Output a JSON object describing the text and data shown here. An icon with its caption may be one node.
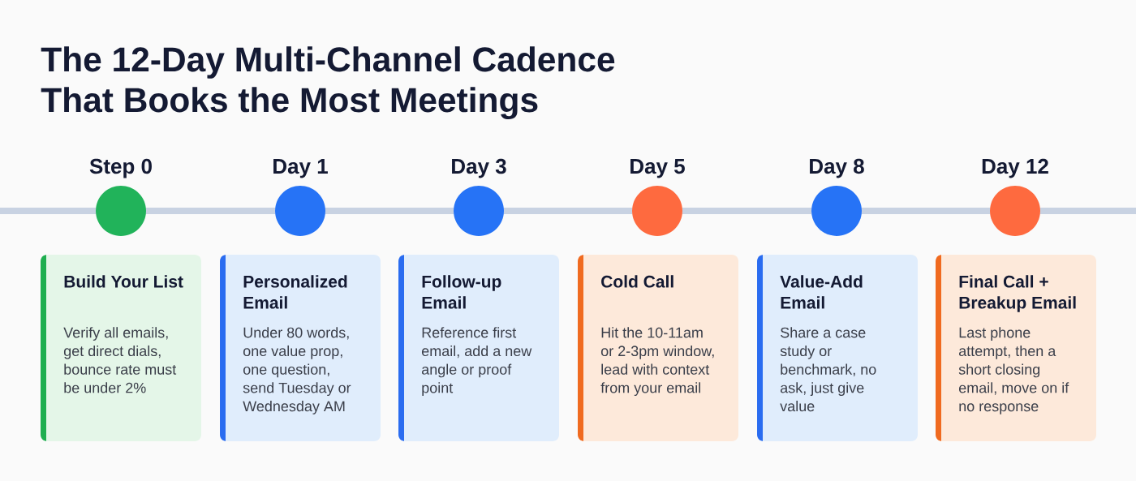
{
  "diagram": {
    "title": "The 12-Day Multi-Channel Cadence That Books the Most Meetings",
    "nodes": [
      {
        "text": [
          "Step 0"
        ]
      },
      {
        "text": [
          "Day 1"
        ]
      },
      {
        "text": [
          "Day 3"
        ]
      },
      {
        "text": [
          "Day 5"
        ]
      },
      {
        "text": [
          "Day 8"
        ]
      },
      {
        "text": [
          "Day 12"
        ]
      },
      {
        "text": [
          "Build Your List",
          "Verify all emails, get direct dials, bounce rate must be under 2%"
        ]
      },
      {
        "text": [
          "Personalized Email",
          "Under 80 words, one value prop, one question, send Tuesday or Wednesday AM"
        ]
      },
      {
        "text": [
          "Follow-up Email",
          "Reference first email, add a new angle or proof point"
        ]
      },
      {
        "text": [
          "Cold Call",
          "Hit the 10-11am or 2-3pm window, lead with context from your email"
        ]
      },
      {
        "text": [
          "Value-Add Email",
          "Share a case study or benchmark, no ask, just give value"
        ]
      },
      {
        "text": [
          "Final Call + Breakup Email",
          "Last phone attempt, then a short closing email, move on if no response"
        ]
      }
    ],
    "edges": [
      {
        "from": null,
        "to": 0,
        "arrow": "none"
      },
      {
        "from": 0,
        "to": 1,
        "arrow": "none"
      },
      {
        "from": 1,
        "to": 2,
        "arrow": "none"
      },
      {
        "from": 2,
        "to": 3,
        "arrow": "none"
      },
      {
        "from": 3,
        "to": 4,
        "arrow": "none"
      },
      {
        "from": 4,
        "to": 5,
        "arrow": "none"
      },
      {
        "from": 5,
        "to": null,
        "arrow": "none"
      }
    ]
  }
}
